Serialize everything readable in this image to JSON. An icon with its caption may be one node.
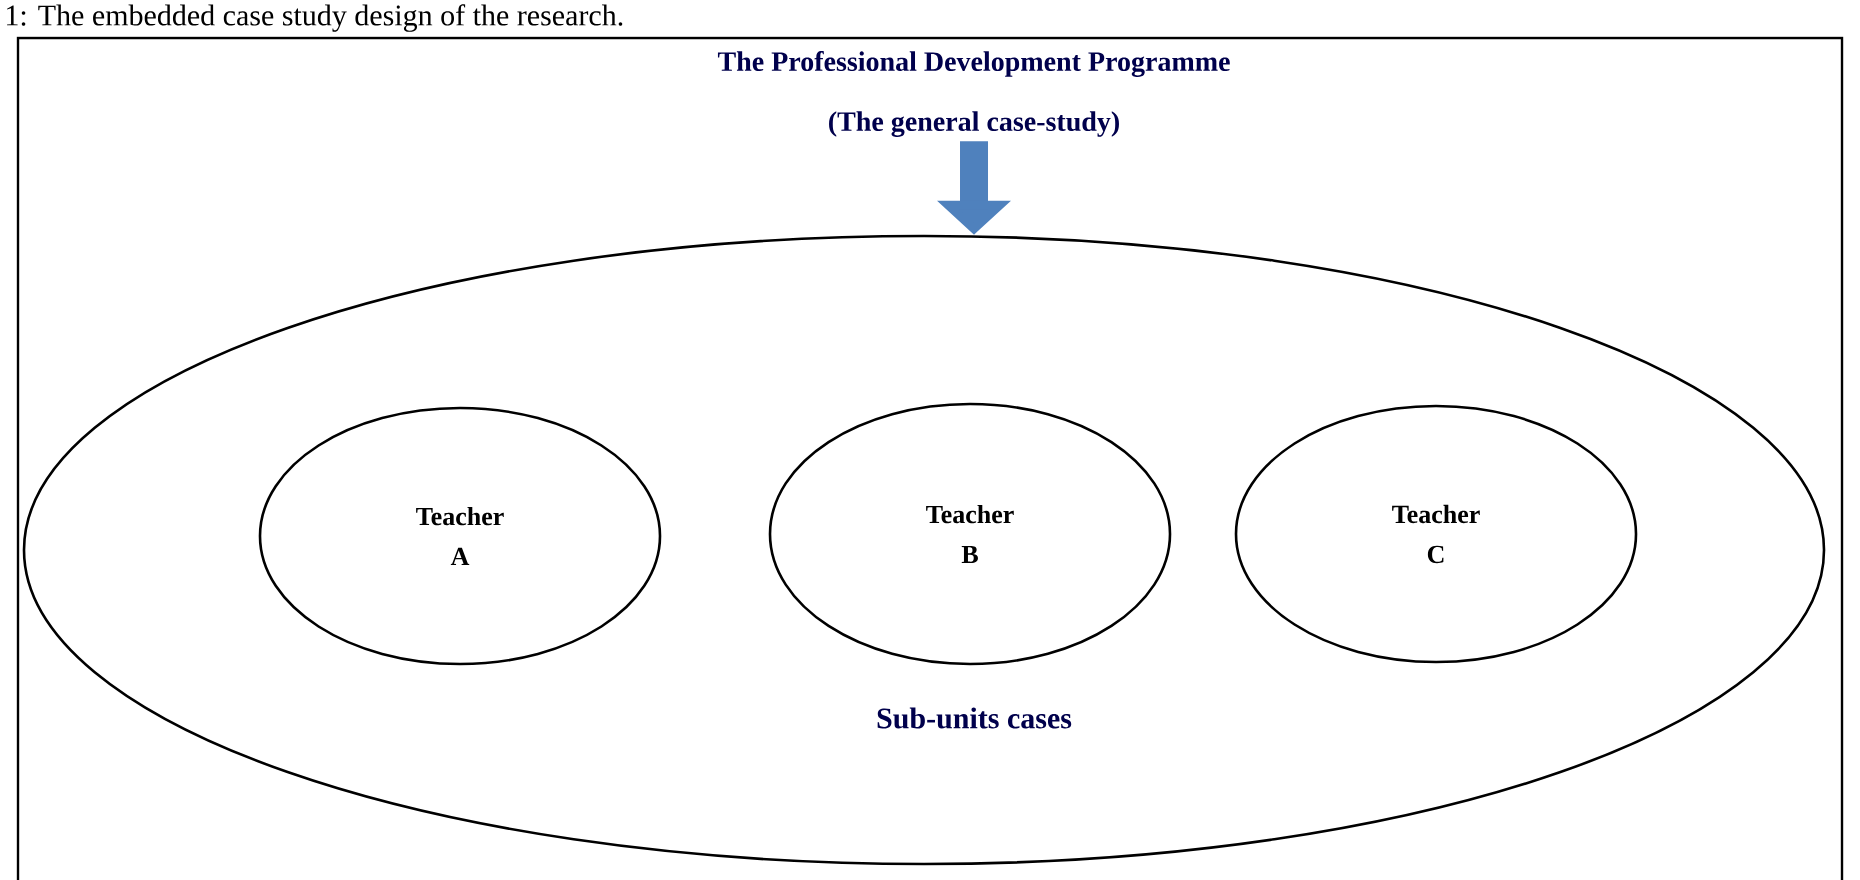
{
  "diagram": {
    "caption": "1: The embedded case study design of the research.",
    "nodes": [
      {
        "text": [
          "The Professional Development Programme",
          "(The general case-study)"
        ]
      },
      {
        "text": [
          "Sub-units cases"
        ]
      },
      {
        "text": [
          "Teacher A"
        ],
        "in": 1
      },
      {
        "text": [
          "Teacher B"
        ],
        "in": 1
      },
      {
        "text": [
          "Teacher C"
        ],
        "in": 1
      }
    ],
    "edges": [
      {
        "from": 0,
        "to": 1,
        "arrow": "to",
        "color": "#4f81bd"
      }
    ]
  }
}
